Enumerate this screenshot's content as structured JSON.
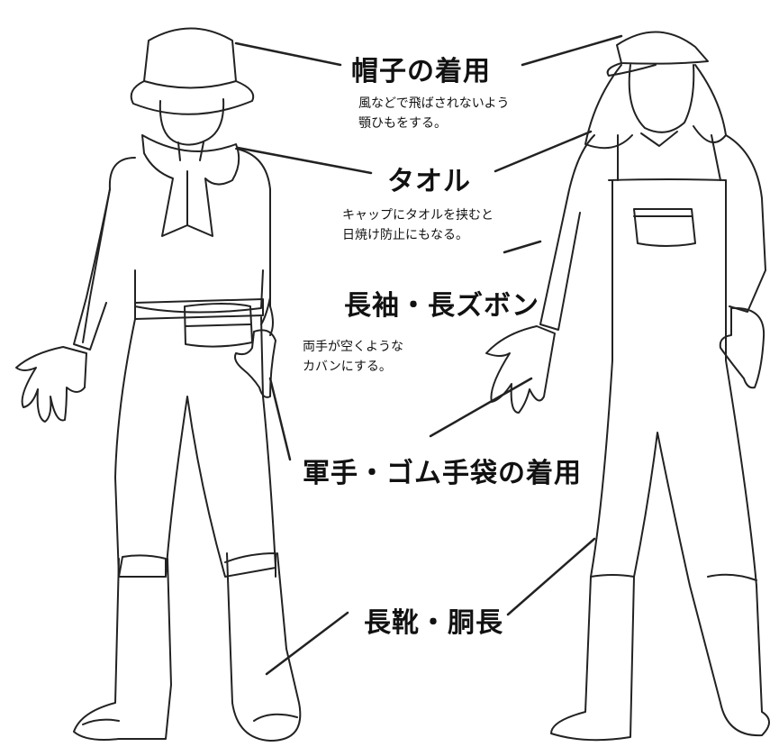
{
  "labels": {
    "hat": {
      "title": "帽子の着用",
      "note_line1": "風などで飛ばされないよう",
      "note_line2": "顎ひもをする。"
    },
    "towel": {
      "title": "タオル",
      "note_line1": "キャップにタオルを挟むと",
      "note_line2": "日焼け防止にもなる。"
    },
    "sleeves": {
      "title": "長袖・長ズボン",
      "note_line1": "両手が空くような",
      "note_line2": "カバンにする。"
    },
    "gloves": {
      "title": "軍手・ゴム手袋の着用"
    },
    "boots": {
      "title": "長靴・胴長"
    }
  }
}
